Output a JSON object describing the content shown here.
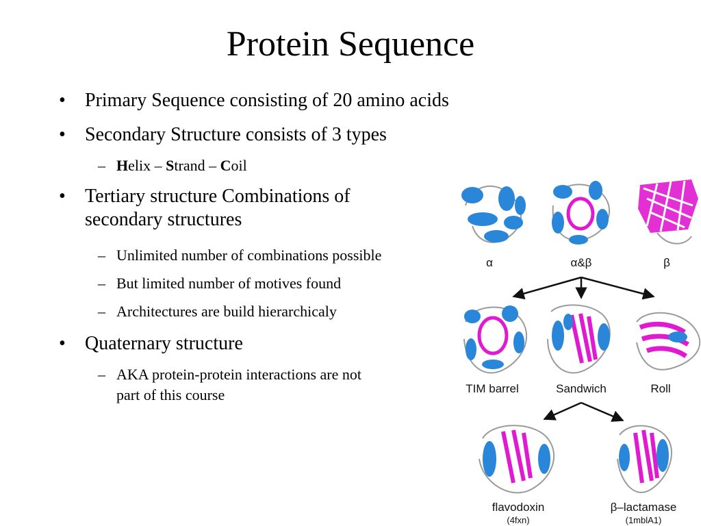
{
  "slide": {
    "title": "Protein Sequence",
    "bullets": {
      "b1": "Primary Sequence consisting of 20 amino acids",
      "b2": "Secondary Structure consists of 3 types",
      "b2_sub": {
        "h": "H",
        "h_rest": "elix",
        "dash1": " – ",
        "s": "S",
        "s_rest": "trand",
        "dash2": " – ",
        "c": "C",
        "c_rest": "oil"
      },
      "b3_line1": "Tertiary structure Combinations of",
      "b3_line2": "secondary structures",
      "b3_subs": [
        "Unlimited number of combinations possible",
        "But limited number of motives found",
        "Architectures are build hierarchicaly"
      ],
      "b4": "Quaternary structure",
      "b4_sub_line1": "AKA protein-protein interactions are not",
      "b4_sub_line2": "part of this course"
    }
  },
  "figure": {
    "labels": {
      "alpha": "α",
      "alphabeta": "α&β",
      "beta": "β",
      "tim": "TIM barrel",
      "sandwich": "Sandwich",
      "roll": "Roll",
      "flavodoxin": "flavodoxin",
      "flavodoxin_code": "(4fxn)",
      "lactamase": "β–lactamase",
      "lactamase_code": "(1mblA1)"
    },
    "colors": {
      "helix": "#2a86d8",
      "strand": "#e01ad0",
      "coil": "#9a9a9a",
      "arrow": "#111111"
    }
  }
}
